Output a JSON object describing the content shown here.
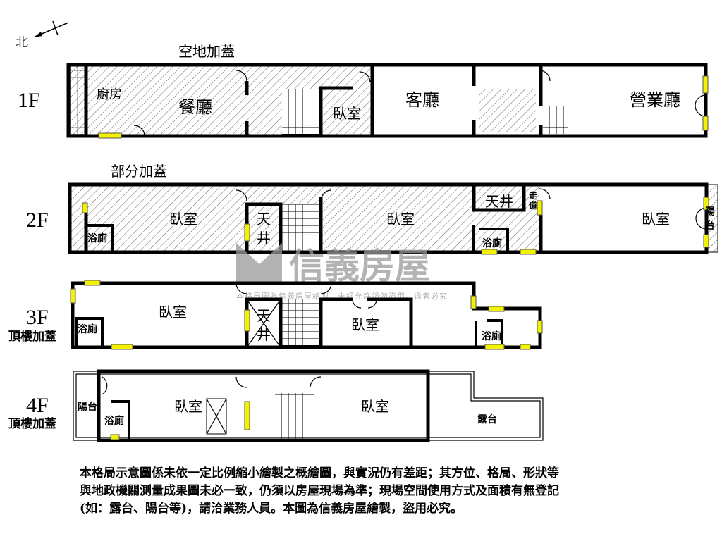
{
  "compass": {
    "label": "北",
    "icon": "north-arrow-icon"
  },
  "floors": [
    {
      "label": "1F",
      "note": "空地加蓋",
      "rooms": [
        "廚房",
        "餐廳",
        "臥室",
        "客廳",
        "營業廳"
      ]
    },
    {
      "label": "2F",
      "note": "部分加蓋",
      "rooms": [
        "臥室",
        "浴廁",
        "天",
        "井",
        "臥室",
        "天井",
        "走",
        "道",
        "浴廁",
        "臥室",
        "陽",
        "台"
      ]
    },
    {
      "label": "3F",
      "note": "頂樓加蓋",
      "rooms": [
        "臥室",
        "浴廁",
        "天",
        "井",
        "臥室",
        "浴廁"
      ]
    },
    {
      "label": "4F",
      "note": "頂樓加蓋",
      "rooms": [
        "陽台",
        "浴廁",
        "臥室",
        "臥室",
        "露台"
      ]
    }
  ],
  "watermark": {
    "brand": "信義房屋",
    "text": "本格局圖為信義房屋繪製，未經允許請勿盜用，違者必究"
  },
  "disclaimer": [
    "本格局示意圖係未依一定比例縮小繪製之概繪圖，與實況仍有差距；其方位、格局、形狀等",
    "與地政機關測量成果圖未必一致，仍須以房屋現場為準；現場空間使用方式及面積有無登記",
    "(如：露台、陽台等)，請洽業務人員。本圖為信義房屋繪製，盜用必究。"
  ],
  "colors": {
    "window": "#f2f200",
    "watermark": "#9a9a9a",
    "hatch": "#555555"
  }
}
